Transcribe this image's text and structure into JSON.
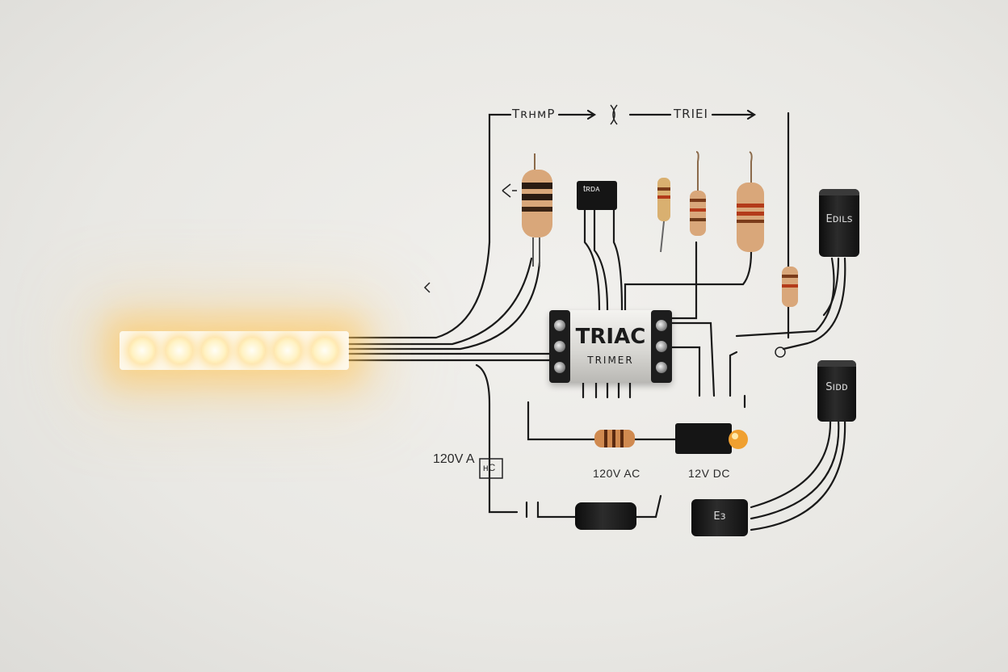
{
  "triac": {
    "title": "TRIAC",
    "subtitle": "TRIMER"
  },
  "labels": {
    "top_left": "ΤʀʜᴍP",
    "top_right": "TRIEI",
    "ac_left": "120V A",
    "ac_center": "120V AC",
    "dc": "12V DC",
    "relay_mark": "tʀᴅᴀ",
    "cap_top": "Eᴅıʟs",
    "cap_mid": "Sıᴅᴅ",
    "cap_bottom": "Eɜ",
    "box_mark": "ʜC"
  },
  "colors": {
    "led_glow": "#ffc45a",
    "wire": "#1a1a1a",
    "resistor_body": "#d9a77a"
  }
}
